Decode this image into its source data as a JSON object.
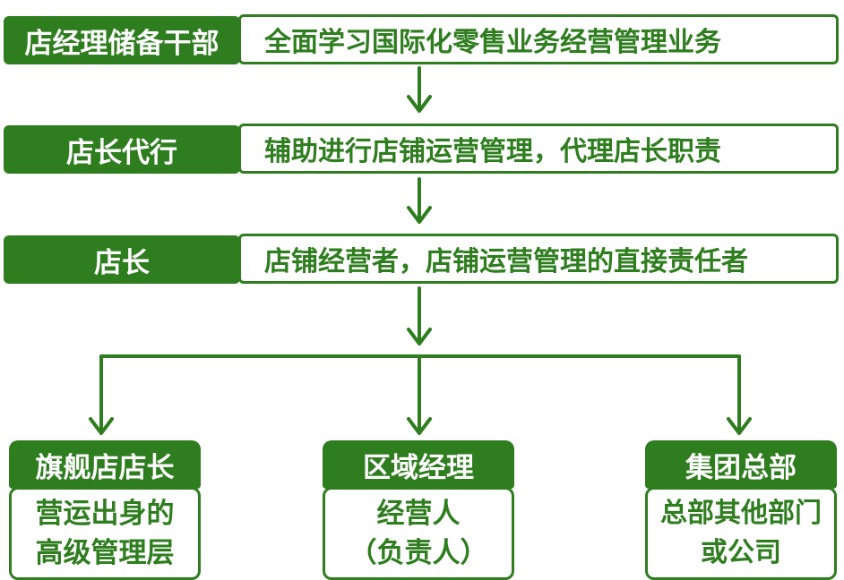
{
  "levels": [
    {
      "label": "店经理储备干部",
      "desc": "全面学习国际化零售业务经营管理业务"
    },
    {
      "label": "店长代行",
      "desc": "辅助进行店铺运营管理，代理店长职责"
    },
    {
      "label": "店长",
      "desc": "店铺经营者，店铺运营管理的直接责任者"
    }
  ],
  "branches": [
    {
      "title": "旗舰店店长",
      "lines": [
        "营运出身的",
        "高级管理层"
      ]
    },
    {
      "title": "区域经理",
      "lines": [
        "经营人",
        "（负责人）"
      ]
    },
    {
      "title": "集团总部",
      "lines": [
        "总部其他部门",
        "或公司"
      ]
    }
  ],
  "colors": {
    "primary": "#2e7d1e",
    "text_on_primary": "#ffffff",
    "background": "#ffffff"
  }
}
